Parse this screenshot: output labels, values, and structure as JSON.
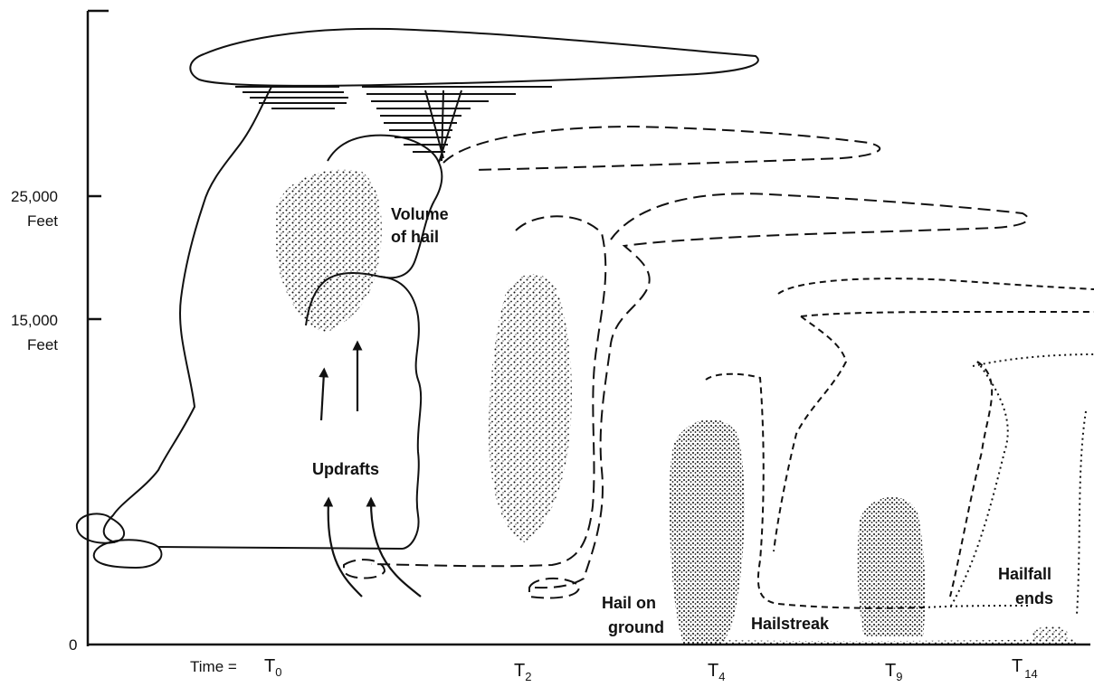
{
  "axis": {
    "y_ticks": [
      {
        "value": "25,000",
        "unit": "Feet"
      },
      {
        "value": "15,000",
        "unit": "Feet"
      },
      {
        "value": "0"
      }
    ],
    "time_prefix": "Time =",
    "time_marks": [
      {
        "base": "T",
        "sub": "0"
      },
      {
        "base": "T",
        "sub": "2"
      },
      {
        "base": "T",
        "sub": "4"
      },
      {
        "base": "T",
        "sub": "9"
      },
      {
        "base": "T",
        "sub": "14"
      }
    ]
  },
  "annotations": {
    "volume_of_hail": [
      "Volume",
      "of hail"
    ],
    "updrafts": "Updrafts",
    "hail_on_ground": [
      "Hail on",
      "ground"
    ],
    "hailstreak": "Hailstreak",
    "hailfall_ends": [
      "Hailfall",
      "ends"
    ]
  },
  "colors": {
    "ink": "#111111",
    "paper": "#ffffff"
  }
}
